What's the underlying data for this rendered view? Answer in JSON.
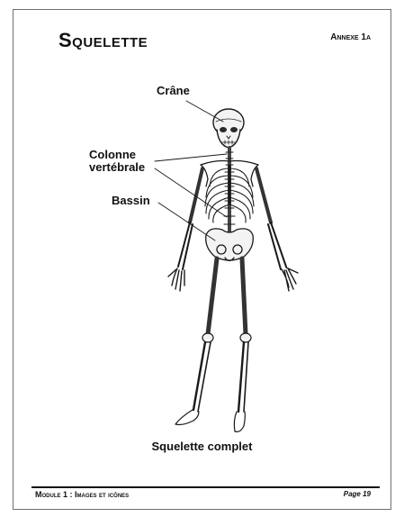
{
  "header": {
    "title": "Squelette",
    "annexe": "Annexe 1a"
  },
  "labels": {
    "crane": "Crâne",
    "colonne": "Colonne\nvertébrale",
    "bassin": "Bassin"
  },
  "caption": "Squelette complet",
  "footer": {
    "module": "Module 1 : Images et icônes",
    "page": "Page 19"
  }
}
